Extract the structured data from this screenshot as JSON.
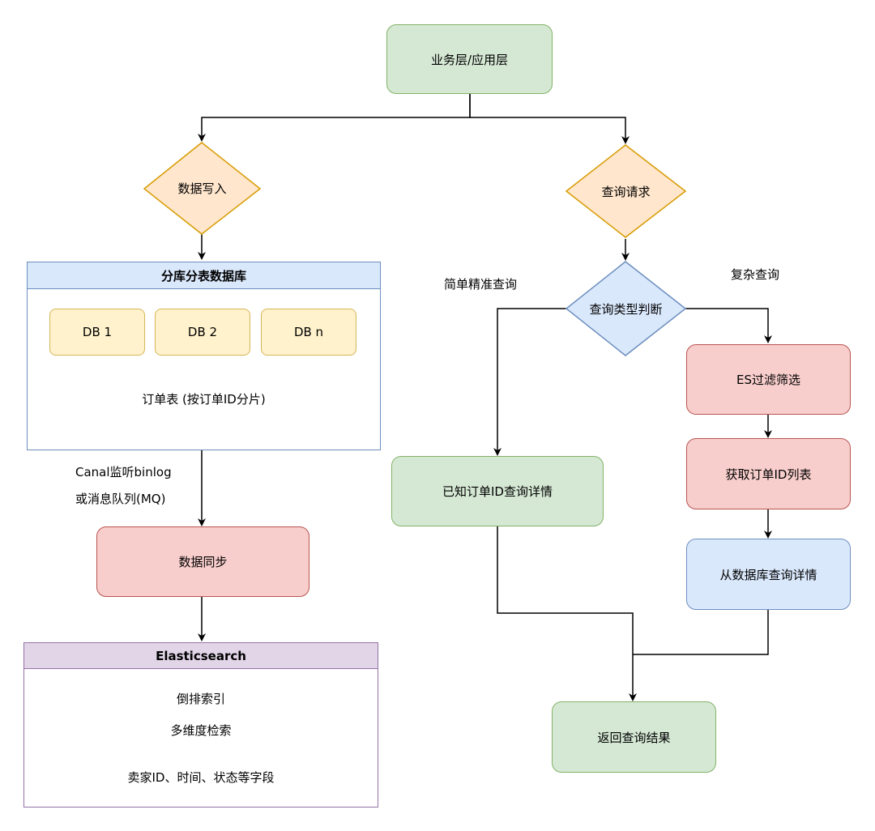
{
  "top": {
    "app_layer": "业务层/应用层"
  },
  "left": {
    "write_decision": "数据写入",
    "db_container": {
      "title": "分库分表数据库",
      "shards": [
        "DB 1",
        "DB 2",
        "DB n"
      ],
      "note": "订单表 (按订单ID分片)"
    },
    "sync_labels": [
      "Canal监听binlog",
      "或消息队列(MQ)"
    ],
    "sync_node": "数据同步",
    "es_container": {
      "title": "Elasticsearch",
      "lines": [
        "倒排索引",
        "多维度检索",
        "卖家ID、时间、状态等字段"
      ]
    }
  },
  "right": {
    "query_decision": "查询请求",
    "type_decision": "查询类型判断",
    "simple_label": "简单精准查询",
    "complex_label": "复杂查询",
    "simple_node": "已知订单ID查询详情",
    "es_filter": "ES过滤筛选",
    "get_ids": "获取订单ID列表",
    "db_detail": "从数据库查询详情",
    "result": "返回查询结果"
  },
  "colors": {
    "green_fill": "#d5e8d4",
    "green_stroke": "#82b366",
    "orange_fill": "#ffe6cc",
    "orange_stroke": "#d79b00",
    "red_fill": "#f8cecc",
    "red_stroke": "#b85450",
    "blue_fill": "#dae8fc",
    "blue_stroke": "#6c8ebf",
    "yellow_fill": "#fff2cc",
    "yellow_stroke": "#d6b656",
    "purple_fill": "#e1d5e7",
    "purple_stroke": "#9673a6"
  }
}
